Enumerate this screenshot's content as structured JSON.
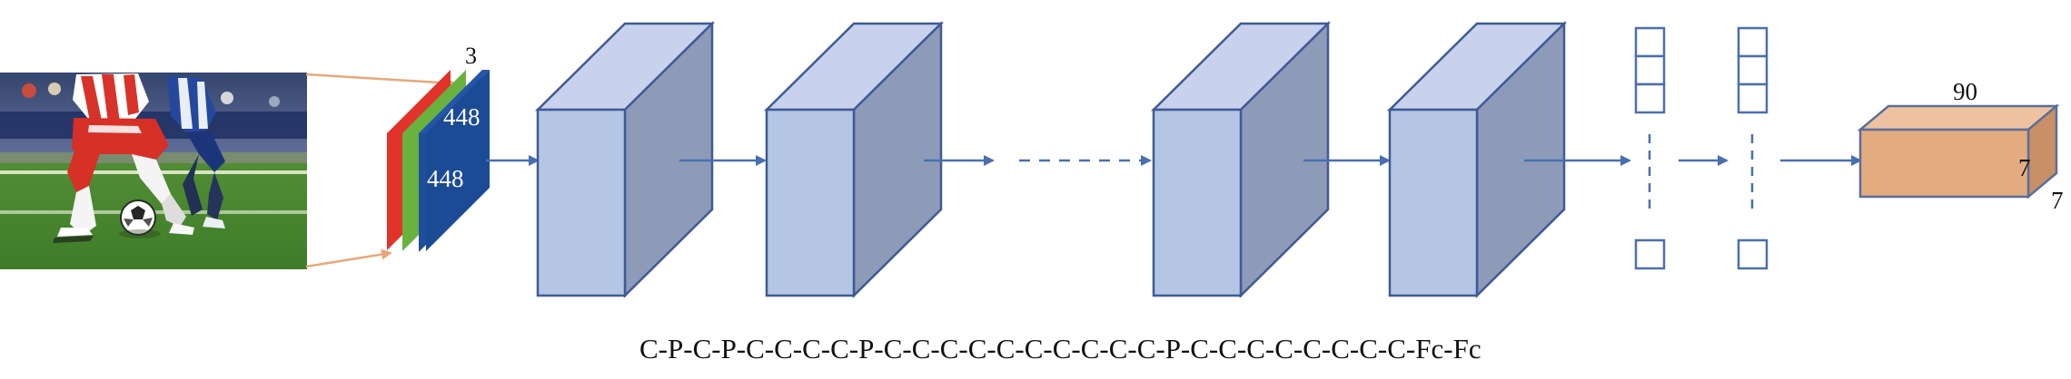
{
  "input": {
    "channels": "3",
    "height": "448",
    "width": "448"
  },
  "output": {
    "depth": "90",
    "height": "7",
    "width": "7"
  },
  "architecture_sequence": "C-P-C-P-C-C-C-C-P-C-C-C-C-C-C-C-C-C-C-P-C-C-C-C-C-C-C-C-Fc-Fc",
  "colors": {
    "cube_front": "#b4c6e4",
    "cube_top": "#c9d2ec",
    "cube_side": "#8d9bb8",
    "cube_edge": "#3f5a97",
    "arrow": "#4a6fb0",
    "output_front": "#e3ab80",
    "output_top": "#eec2a0",
    "output_side": "#c98f66",
    "output_edge": "#5b6f9a",
    "layer_red": "#e0332a",
    "layer_green": "#6ab23e",
    "layer_blue": "#1f4f9c",
    "image_link": "#e8a77a"
  }
}
